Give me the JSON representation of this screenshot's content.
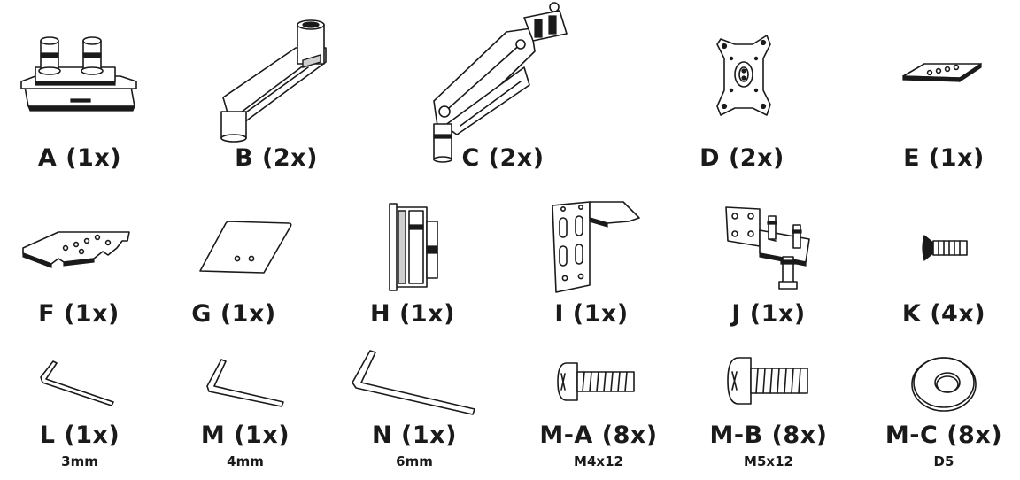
{
  "parts": [
    {
      "id": "A",
      "label": "A (1x)"
    },
    {
      "id": "B",
      "label": "B (2x)"
    },
    {
      "id": "C",
      "label": "C (2x)"
    },
    {
      "id": "D",
      "label": "D (2x)"
    },
    {
      "id": "E",
      "label": "E (1x)"
    },
    {
      "id": "F",
      "label": "F (1x)"
    },
    {
      "id": "G",
      "label": "G (1x)"
    },
    {
      "id": "H",
      "label": "H (1x)"
    },
    {
      "id": "I",
      "label": "I (1x)"
    },
    {
      "id": "J",
      "label": "J (1x)"
    },
    {
      "id": "K",
      "label": "K (4x)"
    },
    {
      "id": "L",
      "label": "L (1x)",
      "spec": "3mm"
    },
    {
      "id": "M",
      "label": "M (1x)",
      "spec": "4mm"
    },
    {
      "id": "N",
      "label": "N (1x)",
      "spec": "6mm"
    },
    {
      "id": "M-A",
      "label": "M-A (8x)",
      "spec": "M4x12"
    },
    {
      "id": "M-B",
      "label": "M-B (8x)",
      "spec": "M5x12"
    },
    {
      "id": "M-C",
      "label": "M-C (8x)",
      "spec": "D5"
    }
  ]
}
